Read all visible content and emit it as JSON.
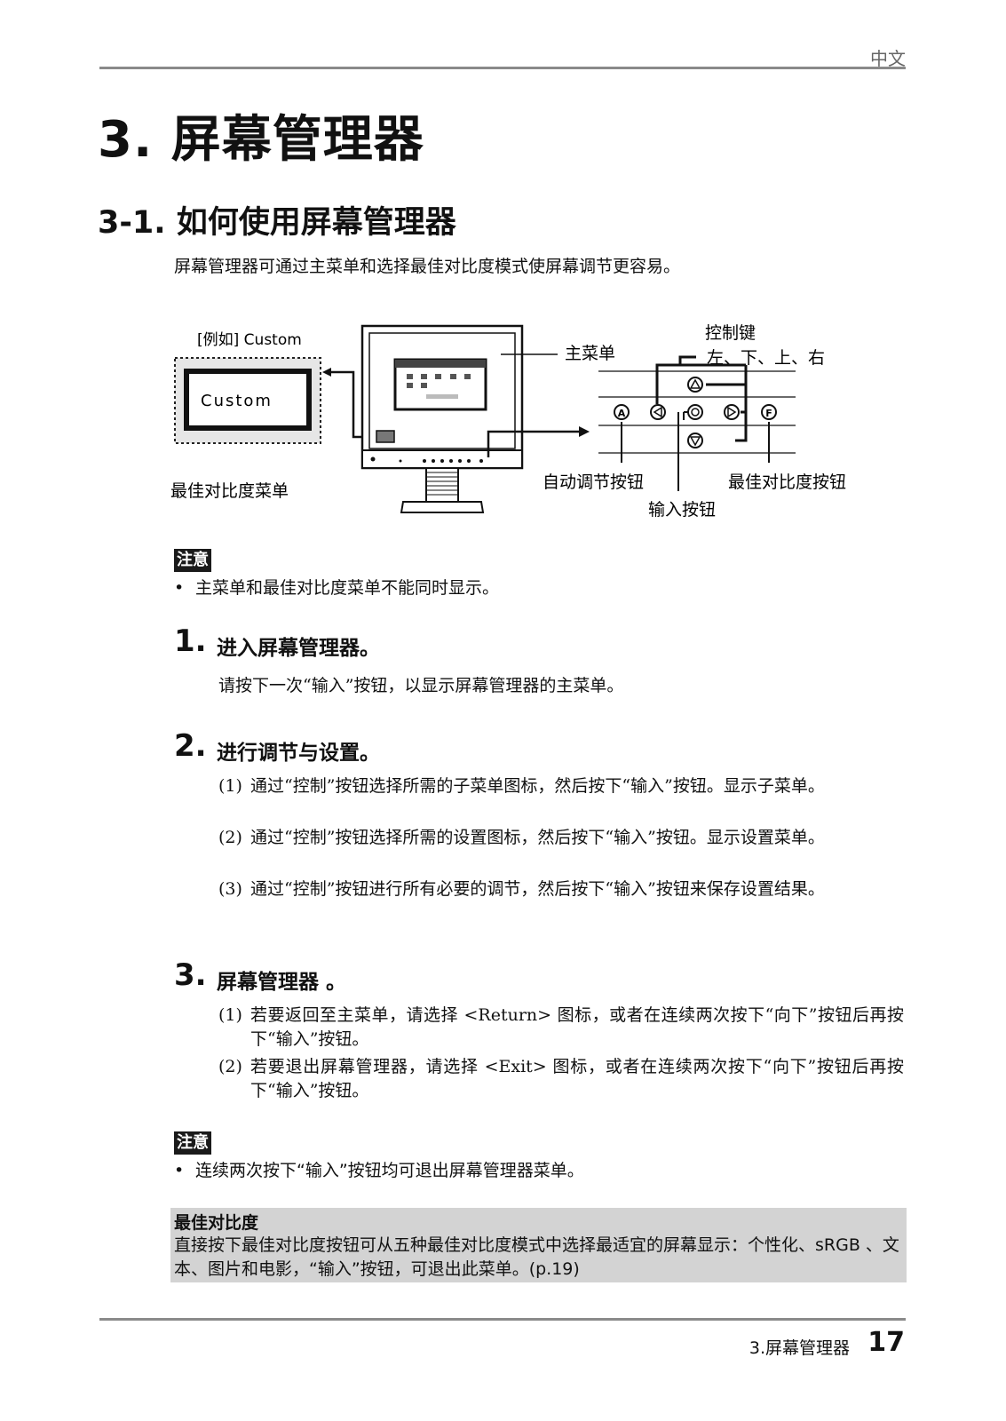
{
  "header": {
    "lang_label": "中文"
  },
  "chapter_title": "3. 屏幕管理器",
  "section_title": "3-1. 如何使用屏幕管理器",
  "intro_text": "屏幕管理器可通过主菜单和选择最佳对比度模式使屏幕调节更容易。",
  "diagram": {
    "example_label": "[例如] Custom",
    "custom_screen_text": "Custom",
    "fine_contrast_menu_label": "最佳对比度菜单",
    "main_menu_label": "主菜单",
    "control_keys_label": "控制键",
    "control_keys_directions": "左、下、上、右",
    "auto_adjust_button_label": "自动调节按钮",
    "fine_contrast_button_label": "最佳对比度按钮",
    "enter_button_label": "输入按钮",
    "button_letter_auto": "A",
    "button_letter_fine": "F"
  },
  "note1": {
    "badge": "注意",
    "bullet": "主菜单和最佳对比度菜单不能同时显示。"
  },
  "steps": [
    {
      "num": "1.",
      "title": "进入屏幕管理器。",
      "text": "请按下一次“输入”按钮，以显示屏幕管理器的主菜单。"
    },
    {
      "num": "2.",
      "title": "进行调节与设置。",
      "items": [
        {
          "n": "(1)",
          "text": "通过“控制”按钮选择所需的子菜单图标，然后按下“输入”按钮。显示子菜单。"
        },
        {
          "n": "(2)",
          "text": "通过“控制”按钮选择所需的设置图标，然后按下“输入”按钮。显示设置菜单。"
        },
        {
          "n": "(3)",
          "text": "通过“控制”按钮进行所有必要的调节，然后按下“输入”按钮来保存设置结果。"
        }
      ]
    },
    {
      "num": "3.",
      "title": "屏幕管理器 。",
      "items": [
        {
          "n": "(1)",
          "text": "若要返回至主菜单，请选择 <Return> 图标，或者在连续两次按下“向下”按钮后再按下“输入”按钮。"
        },
        {
          "n": "(2)",
          "text": "若要退出屏幕管理器，请选择 <Exit> 图标，或者在连续两次按下“向下”按钮后再按下“输入”按钮。"
        }
      ]
    }
  ],
  "note2": {
    "badge": "注意",
    "bullet": "连续两次按下“输入”按钮均可退出屏幕管理器菜单。"
  },
  "fine_contrast_box": {
    "title": "最佳对比度",
    "text": "直接按下最佳对比度按钮可从五种最佳对比度模式中选择最适宜的屏幕显示：个性化、sRGB 、文本、图片和电影，“输入”按钮，可退出此菜单。(p.19)"
  },
  "footer": {
    "section_label": "3.屏幕管理器",
    "page_number": "17"
  }
}
